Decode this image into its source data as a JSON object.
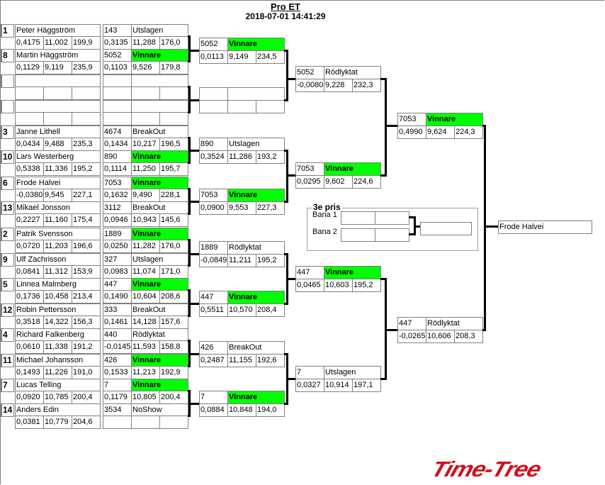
{
  "header": {
    "title": "Pro ET",
    "datetime": "2018-07-01 14:41:29"
  },
  "colors": {
    "winner": "#00ff00",
    "border": "#808080",
    "logo": "#d0101a"
  },
  "round1": [
    {
      "seed": "1",
      "name": "Peter Häggström",
      "stats": [
        "0,4175",
        "11,002",
        "199,9"
      ],
      "car": "143",
      "status": "Utslagen",
      "rstats": [
        "0,3135",
        "11,288",
        "176,0"
      ]
    },
    {
      "seed": "8",
      "name": "Martin Häggström",
      "stats": [
        "0,1129",
        "9,119",
        "235,9"
      ],
      "car": "5052",
      "status": "Vinnare",
      "rstats": [
        "0,1103",
        "9,526",
        "179,8"
      ]
    },
    {
      "seed": "",
      "name": "",
      "stats": [
        "",
        "",
        ""
      ],
      "car": "",
      "status": "",
      "rstats": [
        "",
        "",
        ""
      ]
    },
    {
      "seed": "",
      "name": "",
      "stats": [
        "",
        "",
        ""
      ],
      "car": "",
      "status": "",
      "rstats": [
        "",
        "",
        ""
      ]
    },
    {
      "seed": "3",
      "name": "Janne Lithell",
      "stats": [
        "0,0434",
        "9,488",
        "235,3"
      ],
      "car": "4674",
      "status": "BreakOut",
      "rstats": [
        "0,1434",
        "10,217",
        "196,5"
      ]
    },
    {
      "seed": "10",
      "name": "Lars Westerberg",
      "stats": [
        "0,5338",
        "11,336",
        "195,2"
      ],
      "car": "890",
      "status": "Vinnare",
      "rstats": [
        "0,1114",
        "11,250",
        "195,7"
      ]
    },
    {
      "seed": "6",
      "name": "Frode Halvei",
      "stats": [
        "-0,0380",
        "9,545",
        "227,1"
      ],
      "car": "7053",
      "status": "Vinnare",
      "rstats": [
        "0,1632",
        "9,490",
        "228,1"
      ]
    },
    {
      "seed": "13",
      "name": "Mikael Jonsson",
      "stats": [
        "0,2227",
        "11,160",
        "175,4"
      ],
      "car": "3112",
      "status": "BreakOut",
      "rstats": [
        "0,0946",
        "10,943",
        "145,6"
      ]
    },
    {
      "seed": "2",
      "name": "Patrik Svensson",
      "stats": [
        "0,0720",
        "11,203",
        "196,6"
      ],
      "car": "1889",
      "status": "Vinnare",
      "rstats": [
        "0,0250",
        "11,282",
        "176,0"
      ]
    },
    {
      "seed": "9",
      "name": "Ulf Zachrisson",
      "stats": [
        "0,0841",
        "11,312",
        "153,9"
      ],
      "car": "327",
      "status": "Utslagen",
      "rstats": [
        "0,0983",
        "11,074",
        "171,0"
      ]
    },
    {
      "seed": "5",
      "name": "Linnea Malmberg",
      "stats": [
        "0,1736",
        "10,458",
        "213,4"
      ],
      "car": "447",
      "status": "Vinnare",
      "rstats": [
        "0,1490",
        "10,604",
        "208,6"
      ]
    },
    {
      "seed": "12",
      "name": "Robin Pettersson",
      "stats": [
        "0,3518",
        "14,322",
        "156,3"
      ],
      "car": "333",
      "status": "BreakOut",
      "rstats": [
        "0,1461",
        "14,128",
        "157,6"
      ]
    },
    {
      "seed": "4",
      "name": "Richard Falkenberg",
      "stats": [
        "0,0610",
        "11,338",
        "191,2"
      ],
      "car": "440",
      "status": "Rödlyktat",
      "rstats": [
        "-0,0145",
        "11,593",
        "158,8"
      ]
    },
    {
      "seed": "11",
      "name": "Michael Johansson",
      "stats": [
        "0,1493",
        "11,226",
        "191,0"
      ],
      "car": "426",
      "status": "Vinnare",
      "rstats": [
        "0,1533",
        "11,213",
        "192,9"
      ]
    },
    {
      "seed": "7",
      "name": "Lucas Telling",
      "stats": [
        "0,0920",
        "10,785",
        "200,4"
      ],
      "car": "7",
      "status": "Vinnare",
      "rstats": [
        "0,1179",
        "10,805",
        "200,4"
      ]
    },
    {
      "seed": "14",
      "name": "Anders Edin",
      "stats": [
        "0,0381",
        "10,779",
        "204,6"
      ],
      "car": "3534",
      "status": "NoShow",
      "rstats": [
        "",
        "",
        ""
      ]
    }
  ],
  "round2": [
    {
      "car": "5052",
      "status": "Vinnare",
      "stats": [
        "0,0113",
        "9,149",
        "234,5"
      ]
    },
    {
      "car": "",
      "status": "",
      "stats": [
        "",
        "",
        ""
      ]
    },
    {
      "car": "890",
      "status": "Utslagen",
      "stats": [
        "0,3524",
        "11,286",
        "193,2"
      ]
    },
    {
      "car": "7053",
      "status": "Vinnare",
      "stats": [
        "0,0900",
        "9,553",
        "227,3"
      ]
    },
    {
      "car": "1889",
      "status": "Rödlyktat",
      "stats": [
        "-0,0849",
        "11,211",
        "195,2"
      ]
    },
    {
      "car": "447",
      "status": "Vinnare",
      "stats": [
        "0,5511",
        "10,570",
        "208,4"
      ]
    },
    {
      "car": "426",
      "status": "BreakOut",
      "stats": [
        "0,2487",
        "11,155",
        "192,6"
      ]
    },
    {
      "car": "7",
      "status": "Vinnare",
      "stats": [
        "0,0884",
        "10,848",
        "194,0"
      ]
    }
  ],
  "round3": [
    {
      "car": "5052",
      "status": "Rödlyktat",
      "stats": [
        "-0,0080",
        "9,228",
        "232,3"
      ]
    },
    {
      "car": "7053",
      "status": "Vinnare",
      "stats": [
        "0,0295",
        "9,602",
        "224,6"
      ]
    },
    {
      "car": "447",
      "status": "Vinnare",
      "stats": [
        "0,0465",
        "10,603",
        "195,2"
      ]
    },
    {
      "car": "7",
      "status": "Utslagen",
      "stats": [
        "0,0327",
        "10,914",
        "197,1"
      ]
    }
  ],
  "round4": [
    {
      "car": "7053",
      "status": "Vinnare",
      "stats": [
        "0,4990",
        "9,624",
        "224,3"
      ]
    },
    {
      "car": "447",
      "status": "Rödlyktat",
      "stats": [
        "-0,0265",
        "10,606",
        "208,3"
      ]
    }
  ],
  "final": {
    "winner": "Frode Halvei"
  },
  "third_place": {
    "title": "3e pris",
    "lane1_label": "Bana 1",
    "lane2_label": "Bana 2",
    "lane1": [
      "",
      ""
    ],
    "lane2": [
      "",
      ""
    ],
    "result": ""
  },
  "logo": {
    "text": "Time-Tree"
  }
}
